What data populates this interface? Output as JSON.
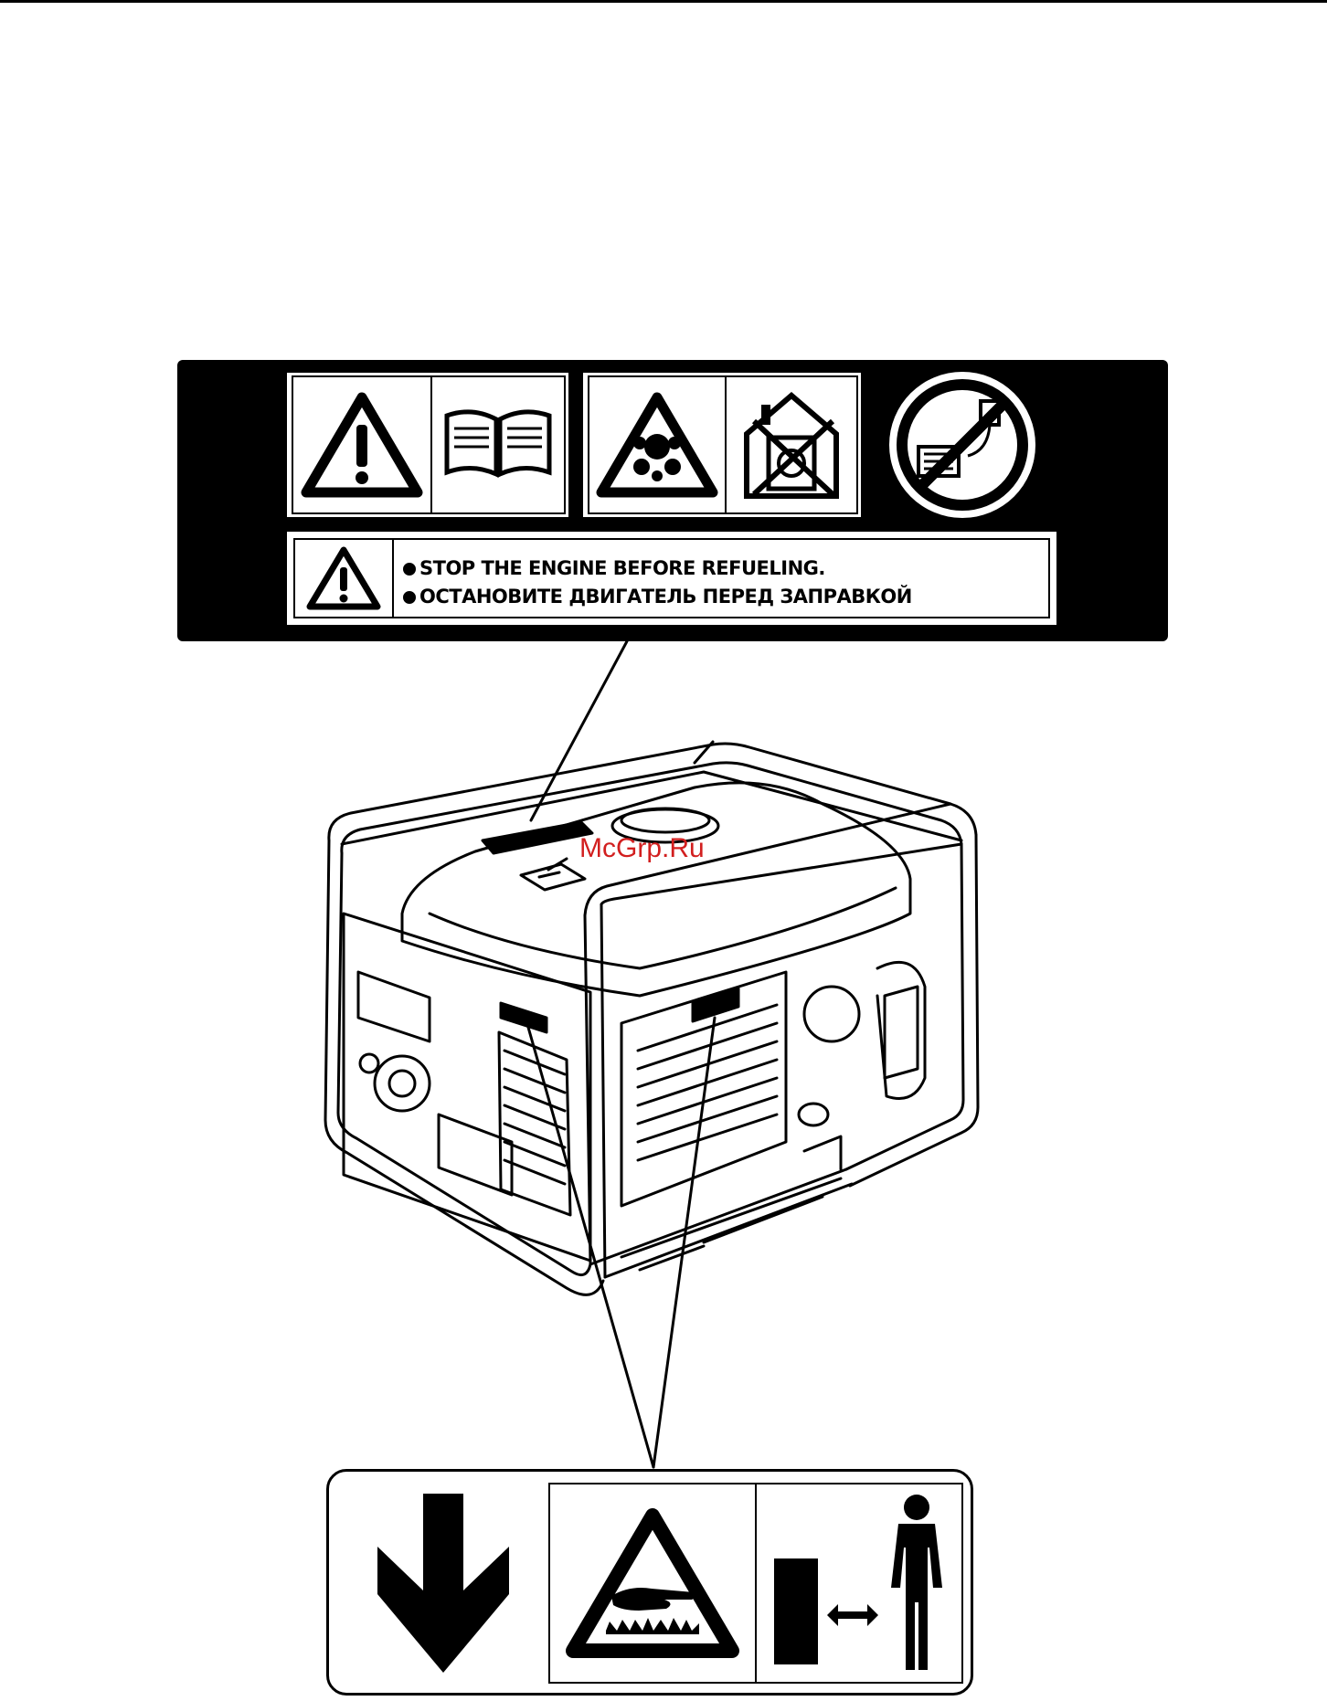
{
  "warning_label": {
    "line_en": "STOP THE ENGINE BEFORE REFUELING.",
    "line_ru": "ОСТАНОВИТЕ ДВИГАТЕЛЬ ПЕРЕД ЗАПРАВКОЙ",
    "top_icons": [
      "warning-triangle-icon",
      "read-manual-icon",
      "exhaust-hazard-icon",
      "no-indoor-use-icon",
      "no-grid-connection-icon"
    ]
  },
  "bottom_label": {
    "icons": [
      "arrow-down-icon",
      "hot-surface-icon",
      "keep-distance-icon"
    ]
  },
  "watermark": "McGrp.Ru",
  "colors": {
    "watermark": "#d21f1f",
    "ink": "#000000",
    "paper": "#ffffff"
  }
}
